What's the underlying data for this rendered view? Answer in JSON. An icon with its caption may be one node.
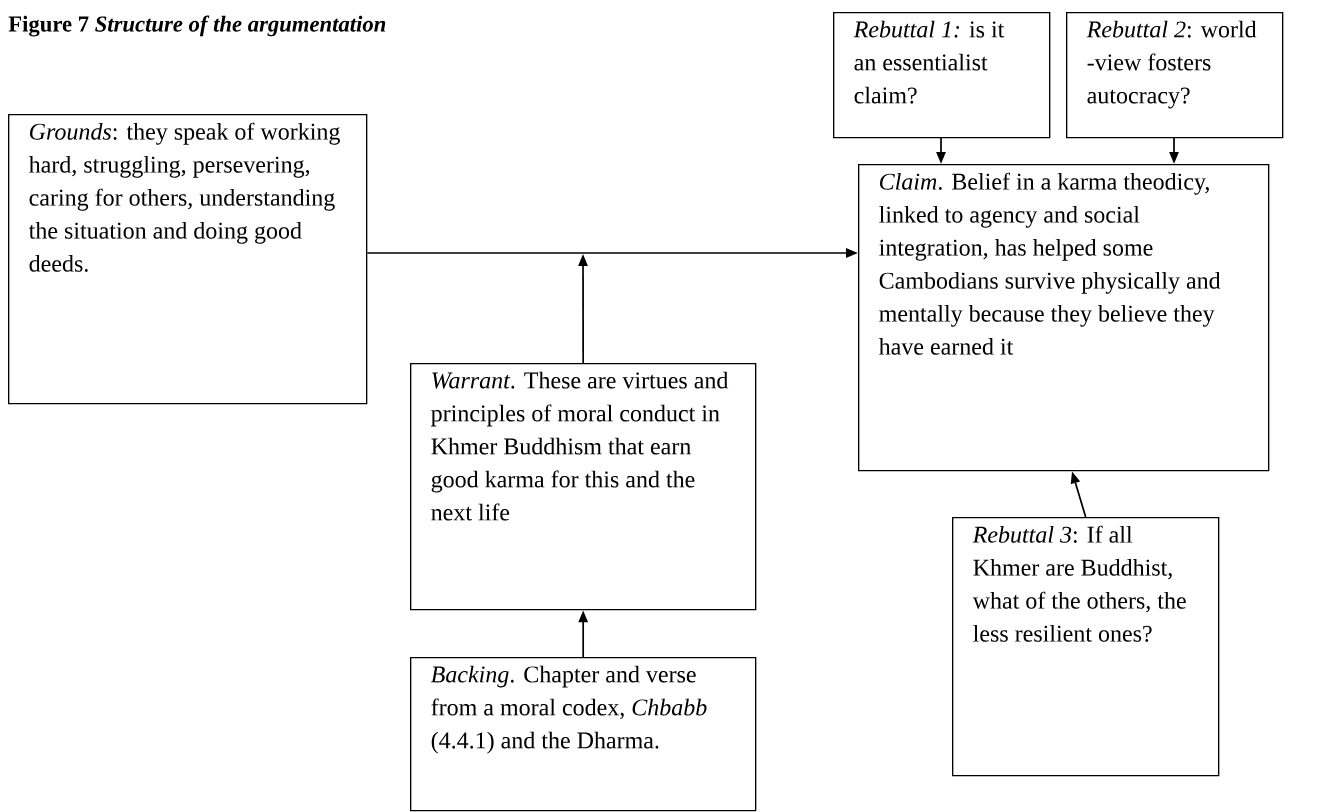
{
  "diagram": {
    "title": "**Figure 7** *Structure of the argumentation*",
    "nodes": [
      {
        "text": [
          "*Rebuttal 1:* is it an essentialist claim?"
        ]
      },
      {
        "text": [
          "*Rebuttal 2*: world -view fosters autocracy?"
        ]
      },
      {
        "text": [
          "*Grounds*: they speak of working hard, struggling, persevering, caring for others, understanding the situation and doing good deeds."
        ]
      },
      {
        "text": [
          "*Claim*. Belief in a karma theodicy, linked to agency and social integration, has helped some Cambodians survive physically and mentally because they believe they have earned it"
        ]
      },
      {
        "text": [
          "*Warrant*. These are virtues and principles of moral conduct in Khmer Buddhism that earn good karma for this and the next life"
        ]
      },
      {
        "text": [
          "*Rebuttal 3*: If all Khmer are Buddhist, what of the others, the less resilient ones?"
        ]
      },
      {
        "text": [
          "*Backing*. Chapter and verse from a moral codex, *Chbabb* (4.4.1) and the Dharma."
        ]
      }
    ],
    "edges": [
      {
        "from": 2,
        "to": 3,
        "arrow": "to"
      },
      {
        "from": 4,
        "to": null,
        "arrow": "to"
      },
      {
        "from": 6,
        "to": 4,
        "arrow": "to"
      },
      {
        "from": 0,
        "to": 3,
        "arrow": "to"
      },
      {
        "from": 1,
        "to": 3,
        "arrow": "to"
      },
      {
        "from": 5,
        "to": 3,
        "arrow": "to"
      }
    ]
  }
}
